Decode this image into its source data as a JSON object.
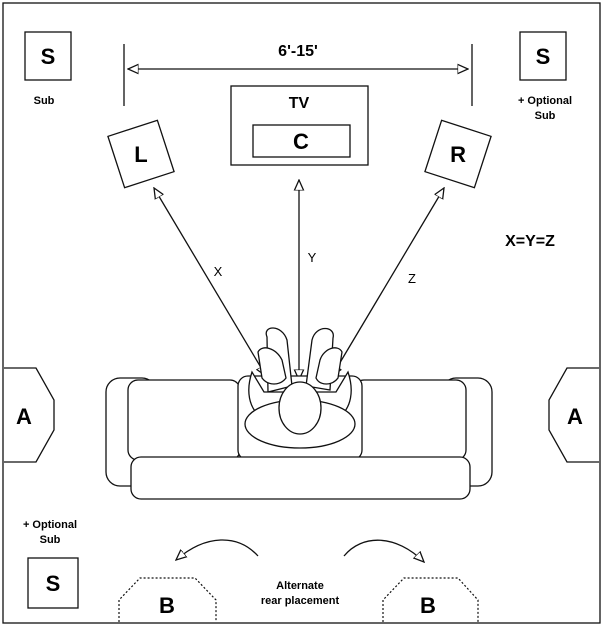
{
  "speakers": {
    "sub_left": "S",
    "sub_left_caption": "Sub",
    "sub_right": "S",
    "sub_right_caption_1": "+ Optional",
    "sub_right_caption_2": "Sub",
    "front_left": "L",
    "front_right": "R",
    "center": "C",
    "surround_left": "A",
    "surround_right": "A",
    "rear_left": "B",
    "rear_right": "B",
    "sub_rear": "S",
    "sub_rear_caption_1": "+ Optional",
    "sub_rear_caption_2": "Sub"
  },
  "tv_label": "TV",
  "width_dimension": "6'-15'",
  "distance_labels": {
    "x": "X",
    "y": "Y",
    "z": "Z"
  },
  "equation": "X=Y=Z",
  "rear_note_1": "Alternate",
  "rear_note_2": "rear placement"
}
